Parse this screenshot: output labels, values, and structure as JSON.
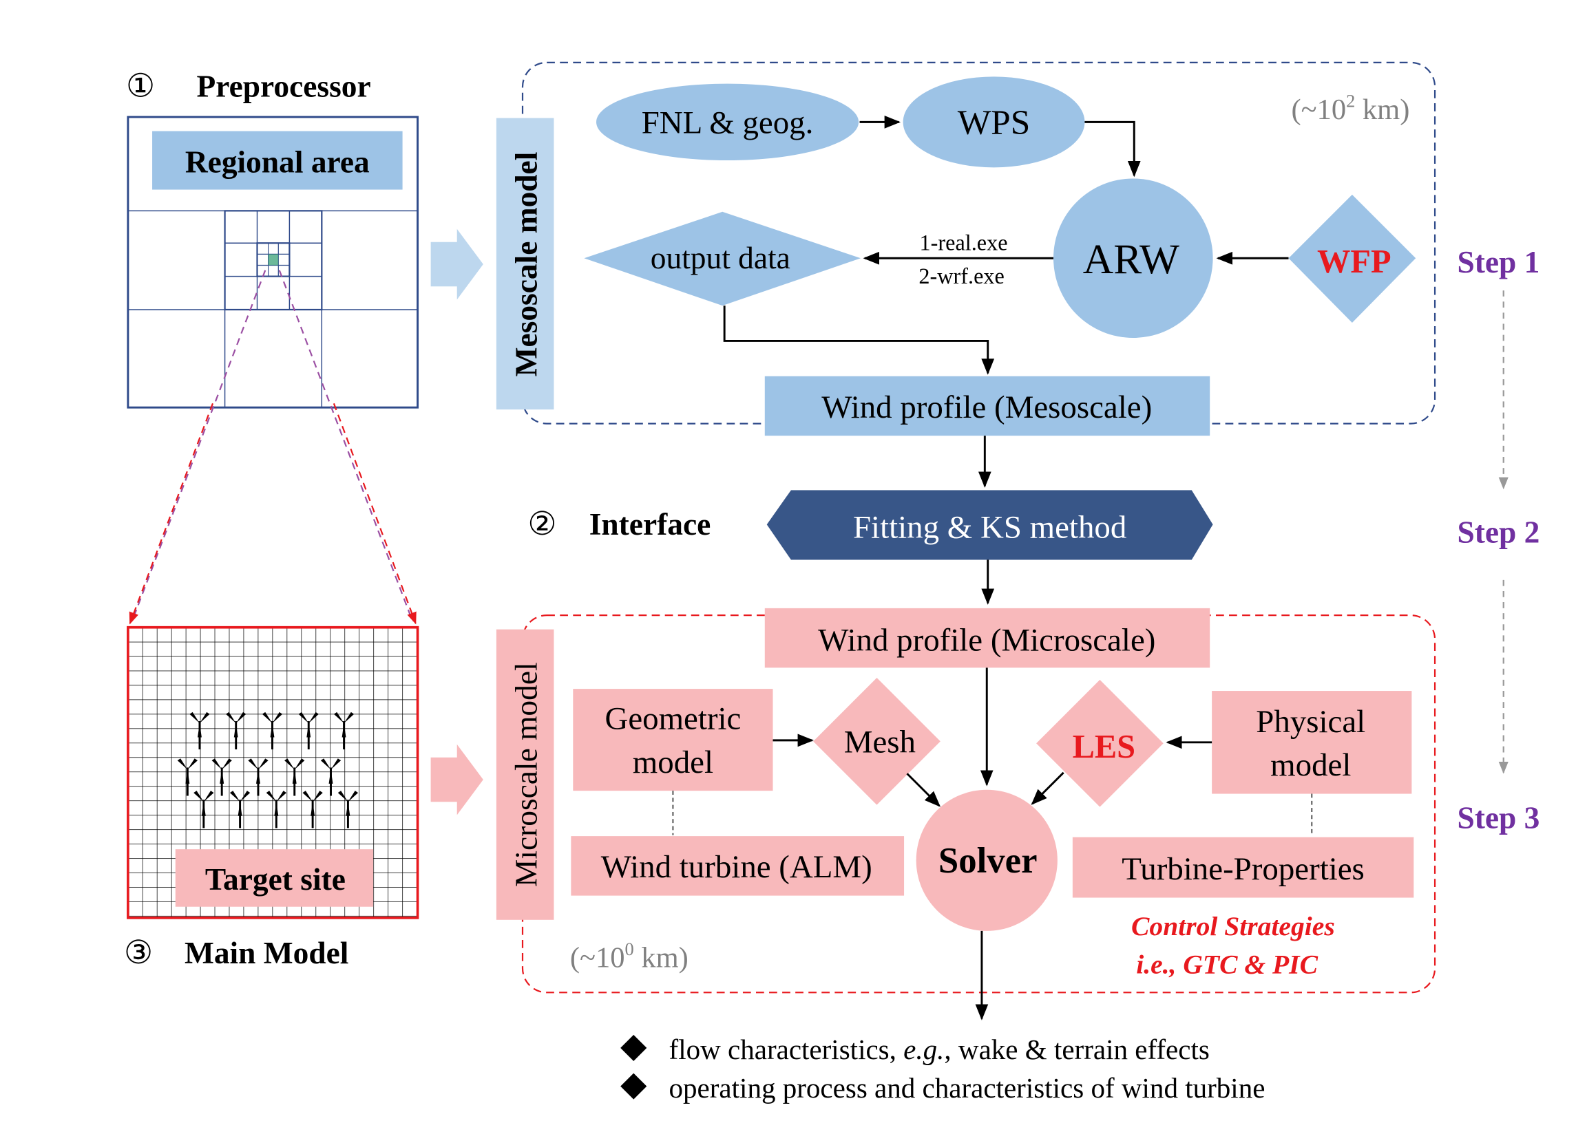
{
  "sections": {
    "preprocessor": {
      "number": "①",
      "title": "Preprocessor",
      "regional_label": "Regional area"
    },
    "interface": {
      "number": "②",
      "title": "Interface",
      "method_label": "Fitting & KS method"
    },
    "main_model": {
      "number": "③",
      "title": "Main Model",
      "target_label": "Target site"
    }
  },
  "mesoscale": {
    "side_label": "Mesoscale model",
    "scale_note_prefix": "(~10",
    "scale_note_exp": "2",
    "scale_note_suffix": " km)",
    "fnl": "FNL & geog.",
    "wps": "WPS",
    "arw": "ARW",
    "wfp": "WFP",
    "output": "output data",
    "exe1": "1-real.exe",
    "exe2": "2-wrf.exe",
    "wind_profile": "Wind profile (Mesoscale)"
  },
  "microscale": {
    "side_label": "Microscale model",
    "wind_profile": "Wind profile (Microscale)",
    "geometric_line1": "Geometric",
    "geometric_line2": "model",
    "mesh": "Mesh",
    "les": "LES",
    "physical_line1": "Physical",
    "physical_line2": "model",
    "solver": "Solver",
    "wind_turbine": "Wind turbine (ALM)",
    "turbine_properties": "Turbine-Properties",
    "control_line1": "Control Strategies",
    "control_line2": "i.e., GTC & PIC",
    "scale_note_prefix": "(~10",
    "scale_note_exp": "0",
    "scale_note_suffix": " km)"
  },
  "steps": [
    "Step 1",
    "Step 2",
    "Step 3"
  ],
  "outputs": [
    {
      "text_before": "flow characteristics, ",
      "italic": "e.g.",
      "text_after": ", wake & terrain effects"
    },
    {
      "text_before": "operating process and characteristics of wind turbine",
      "italic": "",
      "text_after": ""
    }
  ],
  "colors": {
    "meso_blue": "#9dc3e6",
    "dark_blue": "#385688",
    "pink": "#f8b9bb",
    "red": "#e8191e",
    "purple": "#7030a0",
    "gray": "#808080"
  }
}
